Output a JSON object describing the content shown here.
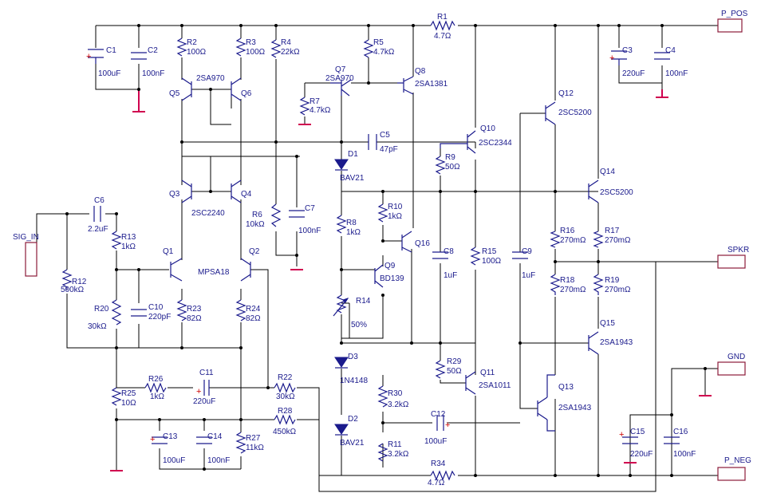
{
  "ports": {
    "p_pos": "P_POS",
    "sig_in": "SIG_IN",
    "spkr": "SPKR",
    "gnd": "GND",
    "p_neg": "P_NEG"
  },
  "components": [
    {
      "ref": "C1",
      "value": "100uF"
    },
    {
      "ref": "C2",
      "value": "100nF"
    },
    {
      "ref": "R2",
      "value": "100Ω"
    },
    {
      "ref": "R3",
      "value": "100Ω"
    },
    {
      "ref": "R4",
      "value": "22kΩ"
    },
    {
      "ref": "R5",
      "value": "4.7kΩ"
    },
    {
      "ref": "R1",
      "value": "4.7Ω"
    },
    {
      "ref": "C3",
      "value": "220uF"
    },
    {
      "ref": "C4",
      "value": "100nF"
    },
    {
      "ref": "Q7",
      "value": "2SA970"
    },
    {
      "ref": "Q8",
      "value": "2SA1381"
    },
    {
      "ref": "R7",
      "value": "4.7kΩ"
    },
    {
      "ref": "Q5",
      "value": "2SA970"
    },
    {
      "ref": "Q6",
      "value": ""
    },
    {
      "ref": "Q12",
      "value": "2SC5200"
    },
    {
      "ref": "C5",
      "value": "47pF"
    },
    {
      "ref": "D1",
      "value": "BAV21"
    },
    {
      "ref": "Q10",
      "value": "2SC2344"
    },
    {
      "ref": "R9",
      "value": "50Ω"
    },
    {
      "ref": "Q14",
      "value": "2SC5200"
    },
    {
      "ref": "Q3",
      "value": "2SC2240"
    },
    {
      "ref": "Q4",
      "value": ""
    },
    {
      "ref": "C6",
      "value": "2.2uF"
    },
    {
      "ref": "R10",
      "value": "1kΩ"
    },
    {
      "ref": "R6",
      "value": "10kΩ"
    },
    {
      "ref": "C7",
      "value": "100nF"
    },
    {
      "ref": "R8",
      "value": "1kΩ"
    },
    {
      "ref": "R16",
      "value": "270mΩ"
    },
    {
      "ref": "R17",
      "value": "270mΩ"
    },
    {
      "ref": "Q16",
      "value": ""
    },
    {
      "ref": "R13",
      "value": "1kΩ"
    },
    {
      "ref": "Q1",
      "value": "MPSA18"
    },
    {
      "ref": "Q2",
      "value": ""
    },
    {
      "ref": "C8",
      "value": "1uF"
    },
    {
      "ref": "R15",
      "value": "100Ω"
    },
    {
      "ref": "C9",
      "value": "1uF"
    },
    {
      "ref": "Q9",
      "value": "BD139"
    },
    {
      "ref": "R12",
      "value": "500kΩ"
    },
    {
      "ref": "R18",
      "value": "270mΩ"
    },
    {
      "ref": "R19",
      "value": "270mΩ"
    },
    {
      "ref": "R14",
      "value": "50%"
    },
    {
      "ref": "R20",
      "value": "30kΩ"
    },
    {
      "ref": "C10",
      "value": "220pF"
    },
    {
      "ref": "R23",
      "value": "82Ω"
    },
    {
      "ref": "R24",
      "value": "82Ω"
    },
    {
      "ref": "Q15",
      "value": "2SA1943"
    },
    {
      "ref": "D3",
      "value": "1N4148"
    },
    {
      "ref": "R29",
      "value": "50Ω"
    },
    {
      "ref": "Q11",
      "value": "2SA1011"
    },
    {
      "ref": "R26",
      "value": "1kΩ"
    },
    {
      "ref": "C11",
      "value": "220uF"
    },
    {
      "ref": "R22",
      "value": "30kΩ"
    },
    {
      "ref": "R30",
      "value": "3.2kΩ"
    },
    {
      "ref": "Q13",
      "value": "2SA1943"
    },
    {
      "ref": "R25",
      "value": "10Ω"
    },
    {
      "ref": "R28",
      "value": "450kΩ"
    },
    {
      "ref": "C12",
      "value": "100uF"
    },
    {
      "ref": "C13",
      "value": "100uF"
    },
    {
      "ref": "C14",
      "value": "100nF"
    },
    {
      "ref": "D2",
      "value": "BAV21"
    },
    {
      "ref": "R27",
      "value": "11kΩ"
    },
    {
      "ref": "R11",
      "value": "3.2kΩ"
    },
    {
      "ref": "C15",
      "value": "220uF"
    },
    {
      "ref": "C16",
      "value": "100nF"
    },
    {
      "ref": "R34",
      "value": "4.7Ω"
    }
  ]
}
